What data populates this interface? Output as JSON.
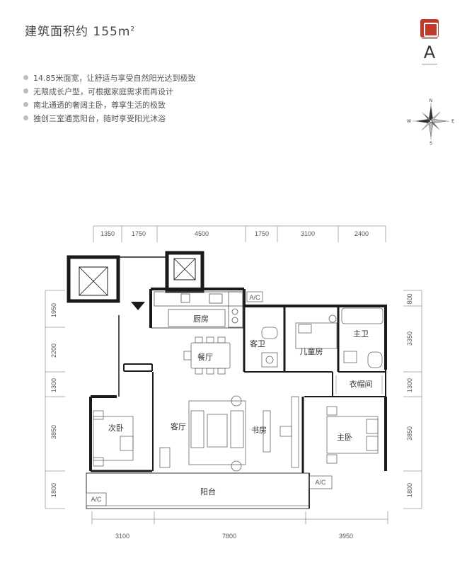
{
  "header": {
    "title": "建筑面积约 155m",
    "title_sup": "2",
    "type_letter": "A"
  },
  "features": [
    "14.85米面宽，让舒适与享受自然阳光达到极致",
    "无限成长户型，可根据家庭需求而再设计",
    "南北通透的奢阔主卧，尊享生活的极致",
    "独创三室通宽阳台，随时享受阳光沐浴"
  ],
  "rooms": {
    "kitchen": "厨房",
    "guest_bath": "客卫",
    "kids_room": "儿童房",
    "master_bath": "主卫",
    "dining": "餐厅",
    "cloakroom": "衣帽间",
    "second_bedroom": "次卧",
    "living": "客厅",
    "study": "书房",
    "master_bedroom": "主卧",
    "balcony": "阳台",
    "ac_top": "A/C",
    "ac_bottom_left": "A/C",
    "ac_bottom_right": "A/C"
  },
  "dimensions": {
    "top": [
      "1350",
      "1750",
      "4500",
      "1750",
      "3100",
      "2400"
    ],
    "bottom": [
      "3100",
      "7800",
      "3950"
    ],
    "left": [
      "1950",
      "2200",
      "1300",
      "3850",
      "1800"
    ],
    "right": [
      "800",
      "3350",
      "1300",
      "3850",
      "1800"
    ]
  },
  "compass": {
    "letters": [
      "N",
      "E",
      "S",
      "W"
    ]
  },
  "colors": {
    "wall": "#1a1a1a",
    "seal_red": "#c0392b",
    "bullet": "#bdbdbd"
  }
}
